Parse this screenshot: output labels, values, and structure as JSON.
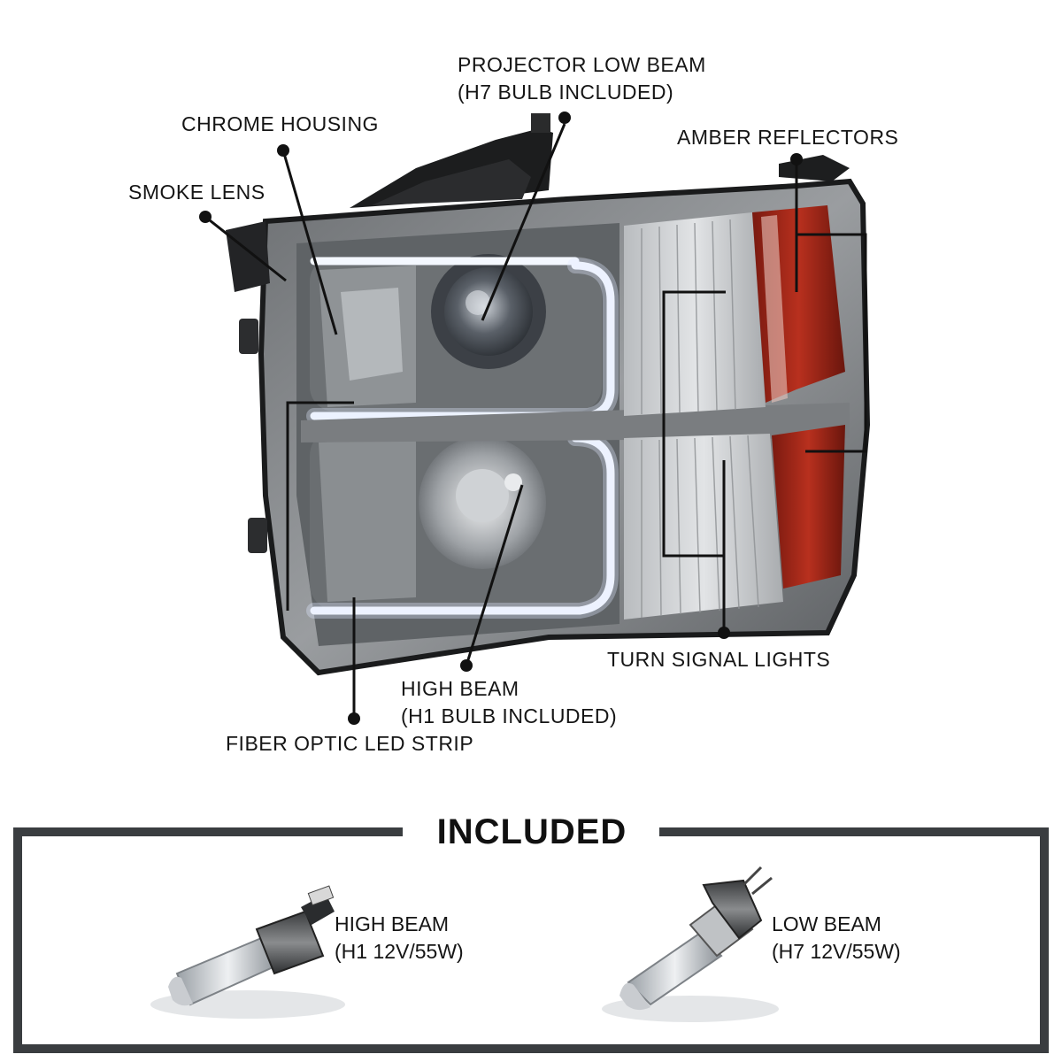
{
  "callouts": {
    "projector": {
      "line1": "PROJECTOR LOW BEAM",
      "line2": "(H7 BULB INCLUDED)"
    },
    "chrome": "CHROME HOUSING",
    "amber": "AMBER REFLECTORS",
    "smoke": "SMOKE LENS",
    "turn": "TURN SIGNAL LIGHTS",
    "high": {
      "line1": "HIGH BEAM",
      "line2": "(H1 BULB INCLUDED)"
    },
    "fiber": "FIBER OPTIC LED STRIP"
  },
  "included": {
    "title": "INCLUDED",
    "high_bulb": {
      "line1": "HIGH BEAM",
      "line2": "(H1 12V/55W)"
    },
    "low_bulb": {
      "line1": "LOW BEAM",
      "line2": "(H7 12V/55W)"
    }
  },
  "colors": {
    "amber": "#a52a1a",
    "frame": "#3a3d40",
    "led": "#f4f8ff",
    "smoke": "#8a8d90"
  }
}
